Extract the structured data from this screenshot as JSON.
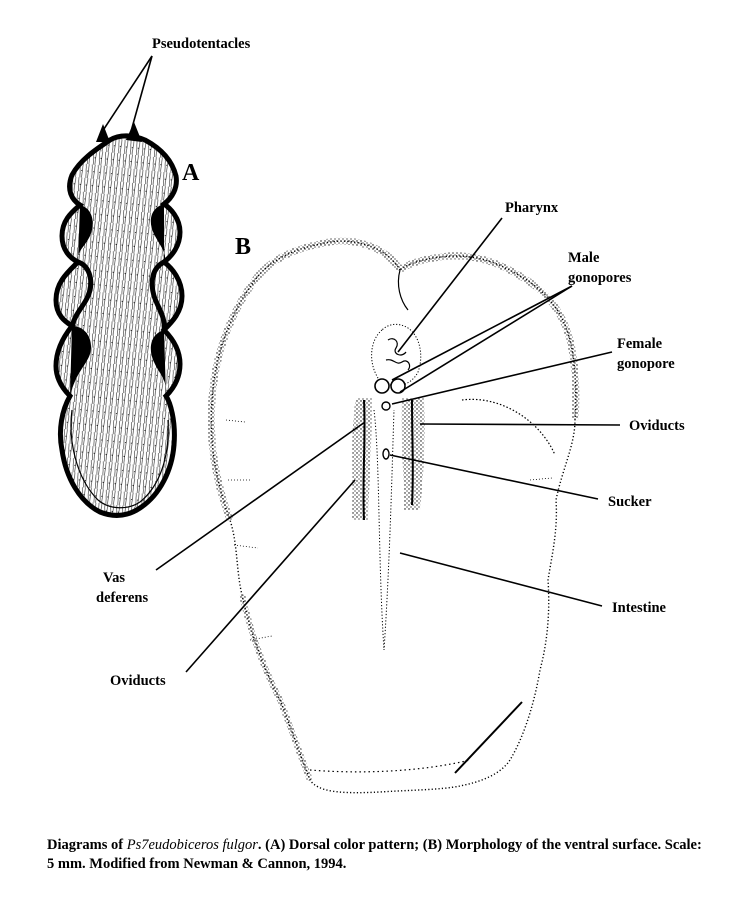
{
  "panels": {
    "a": "A",
    "b": "B"
  },
  "labels": {
    "pseudotentacles": "Pseudotentacles",
    "pharynx": "Pharynx",
    "male_gonopores_1": "Male",
    "male_gonopores_2": "gonopores",
    "female_gonopore_1": "Female",
    "female_gonopore_2": "gonopore",
    "oviducts_right": "Oviducts",
    "sucker": "Sucker",
    "intestine": "Intestine",
    "vas_deferens_1": "Vas",
    "vas_deferens_2": "deferens",
    "oviducts_left": "Oviducts"
  },
  "caption": {
    "prefix": "Diagrams of ",
    "species": "Ps7eudobiceros fulgor",
    "suffix": ". (A) Dorsal color pattern; (B) Morphology of the ventral surface. Scale: 5 mm. Modified from Newman & Cannon, 1994."
  }
}
